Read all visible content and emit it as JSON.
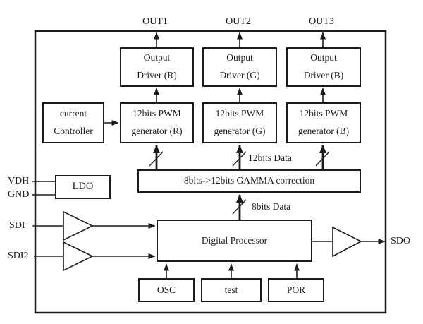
{
  "pins": {
    "out1": "OUT1",
    "out2": "OUT2",
    "out3": "OUT3",
    "vdh": "VDH",
    "gnd": "GND",
    "sdi": "SDI",
    "sdi2": "SDI2",
    "sdo": "SDO"
  },
  "blocks": {
    "output_driver_r": {
      "line1": "Output",
      "line2": "Driver (R)"
    },
    "output_driver_g": {
      "line1": "Output",
      "line2": "Driver (G)"
    },
    "output_driver_b": {
      "line1": "Output",
      "line2": "Driver (B)"
    },
    "pwm_r": {
      "line1": "12bits PWM",
      "line2": "generator (R)"
    },
    "pwm_g": {
      "line1": "12bits PWM",
      "line2": "generator (G)"
    },
    "pwm_b": {
      "line1": "12bits PWM",
      "line2": "generator (B)"
    },
    "current_controller": {
      "line1": "current",
      "line2": "Controller"
    },
    "gamma": {
      "label": "8bits->12bits GAMMA correction"
    },
    "ldo": {
      "label": "LDO"
    },
    "digital_processor": {
      "label": "Digital Processor"
    },
    "osc": {
      "label": "OSC"
    },
    "test": {
      "label": "test"
    },
    "por": {
      "label": "POR"
    }
  },
  "bus_labels": {
    "data12": "12bits Data",
    "data8": "8bits Data"
  },
  "colors": {
    "line": "#1b1b1b",
    "background": "#ffffff"
  }
}
